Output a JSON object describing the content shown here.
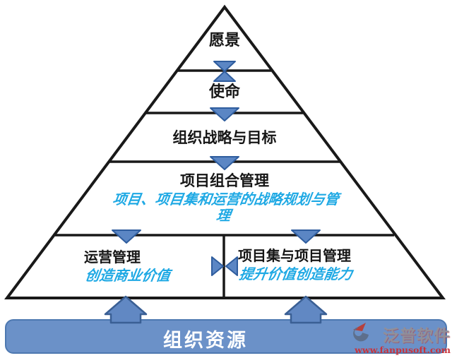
{
  "diagram": {
    "levels": [
      {
        "label": "愿景"
      },
      {
        "label": "使命"
      },
      {
        "label": "组织战略与目标"
      },
      {
        "label": "项目组合管理",
        "subtitle": "项目、项目集和运营的战略规划与管理"
      }
    ],
    "bottom_row": {
      "left": {
        "label": "运营管理",
        "subtitle": "创造商业价值"
      },
      "right": {
        "label": "项目集与项目管理",
        "subtitle": "提升价值创造能力"
      }
    },
    "base_bar": {
      "label": "组织资源"
    }
  },
  "watermark": {
    "brand": "泛普软件",
    "url": "www.fanpusoft.com"
  },
  "colors": {
    "shape_blue": "#5b86c4",
    "shape_border": "#2f5d9e",
    "accent_cyan": "#1fa9e4",
    "bar_fill": "#6b91c8",
    "outline_black": "#191919"
  }
}
